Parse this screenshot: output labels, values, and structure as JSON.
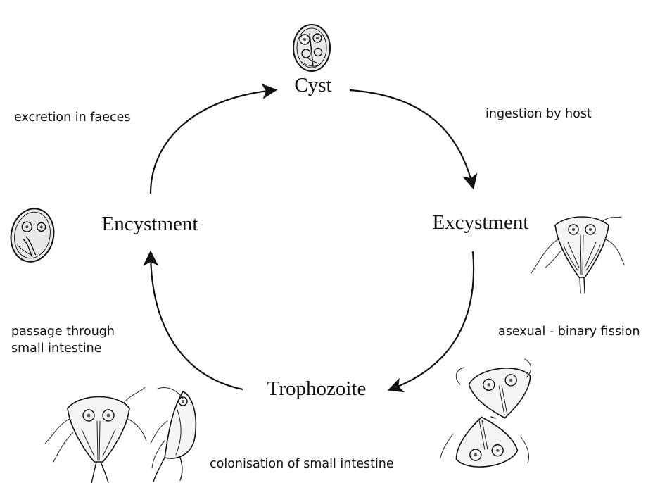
{
  "stages": {
    "cyst": "Cyst",
    "excystment": "Excystment",
    "trophozoite": "Trophozoite",
    "encystment": "Encystment"
  },
  "annotations": {
    "excretion": "excretion in faeces",
    "ingestion": "ingestion by host",
    "fission": "asexual - binary fission",
    "passage_line1": "passage through",
    "passage_line2": "small intestine",
    "colonisation": "colonisation of small intestine"
  }
}
